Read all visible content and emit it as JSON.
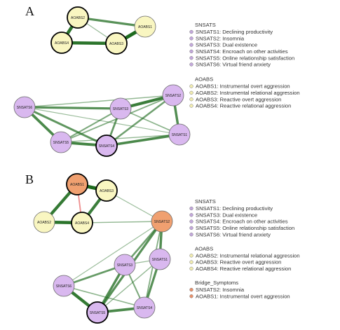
{
  "colors": {
    "snsats_fill": "#d9b8ef",
    "aoabs_fill": "#f9f6c1",
    "bridge_fill": "#f0a070",
    "node_stroke": "#6a6a6a",
    "node_stroke_strong": "#000000",
    "edge_positive": "#1e6b1e",
    "edge_negative": "#e03030"
  },
  "panels": [
    {
      "label": "A",
      "legend_groups": [
        {
          "title": "SNSATS",
          "marker_color": "#c3a8dc",
          "items": [
            "SNSATS1: Declining productivity",
            "SNSATS2: Insomnia",
            "SNSATS3: Dual existence",
            "SNSATS4: Encroach on other activities",
            "SNSATS5: Online relationship satisfaction",
            "SNSATS6: Virtual friend anxiety"
          ]
        },
        {
          "title": "AOABS",
          "marker_color": "#f1ecb0",
          "items": [
            "AOABS1: Instrumental overt aggression",
            "AOABS2: Instrumental relational aggression",
            "AOABS3: Reactive overt aggression",
            "AOABS4: Reactive relational aggression"
          ]
        }
      ],
      "nodes": [
        {
          "id": "AOABS2",
          "group": "aoabs",
          "bold": true
        },
        {
          "id": "AOABS1",
          "group": "aoabs",
          "bold": false
        },
        {
          "id": "AOABS4",
          "group": "aoabs",
          "bold": true
        },
        {
          "id": "AOABS3",
          "group": "aoabs",
          "bold": true
        },
        {
          "id": "SNSATS2",
          "group": "snsats",
          "bold": false
        },
        {
          "id": "SNSATS6",
          "group": "snsats",
          "bold": false
        },
        {
          "id": "SNSATS3",
          "group": "snsats",
          "bold": false
        },
        {
          "id": "SNSATS1",
          "group": "snsats",
          "bold": false
        },
        {
          "id": "SNSATS5",
          "group": "snsats",
          "bold": false
        },
        {
          "id": "SNSATS4",
          "group": "snsats",
          "bold": true
        }
      ],
      "edges": [
        {
          "from": "AOABS2",
          "to": "AOABS1",
          "weight": 0.6,
          "sign": "positive"
        },
        {
          "from": "AOABS2",
          "to": "AOABS4",
          "weight": 0.9,
          "sign": "positive"
        },
        {
          "from": "AOABS4",
          "to": "AOABS3",
          "weight": 0.9,
          "sign": "positive"
        },
        {
          "from": "AOABS1",
          "to": "AOABS3",
          "weight": 1.0,
          "sign": "positive"
        },
        {
          "from": "AOABS2",
          "to": "AOABS3",
          "weight": 0.15,
          "sign": "positive"
        },
        {
          "from": "SNSATS6",
          "to": "SNSATS3",
          "weight": 0.6,
          "sign": "positive"
        },
        {
          "from": "SNSATS3",
          "to": "SNSATS2",
          "weight": 0.8,
          "sign": "positive"
        },
        {
          "from": "SNSATS2",
          "to": "SNSATS1",
          "weight": 0.65,
          "sign": "positive"
        },
        {
          "from": "SNSATS6",
          "to": "SNSATS5",
          "weight": 0.7,
          "sign": "positive"
        },
        {
          "from": "SNSATS5",
          "to": "SNSATS4",
          "weight": 0.75,
          "sign": "positive"
        },
        {
          "from": "SNSATS4",
          "to": "SNSATS1",
          "weight": 0.7,
          "sign": "positive"
        },
        {
          "from": "SNSATS6",
          "to": "SNSATS4",
          "weight": 0.55,
          "sign": "positive"
        },
        {
          "from": "SNSATS3",
          "to": "SNSATS4",
          "weight": 0.5,
          "sign": "positive"
        },
        {
          "from": "SNSATS3",
          "to": "SNSATS5",
          "weight": 0.35,
          "sign": "positive"
        },
        {
          "from": "SNSATS6",
          "to": "SNSATS2",
          "weight": 0.2,
          "sign": "positive"
        },
        {
          "from": "SNSATS6",
          "to": "SNSATS1",
          "weight": 0.15,
          "sign": "positive"
        },
        {
          "from": "SNSATS5",
          "to": "SNSATS2",
          "weight": 0.3,
          "sign": "positive"
        },
        {
          "from": "SNSATS5",
          "to": "SNSATS1",
          "weight": 0.2,
          "sign": "positive"
        },
        {
          "from": "SNSATS4",
          "to": "SNSATS2",
          "weight": 0.45,
          "sign": "positive"
        },
        {
          "from": "SNSATS3",
          "to": "SNSATS1",
          "weight": 0.25,
          "sign": "positive"
        }
      ]
    },
    {
      "label": "B",
      "legend_groups": [
        {
          "title": "SNSATS",
          "marker_color": "#c3a8dc",
          "items": [
            "SNSATS1: Declining productivity",
            "SNSATS3: Dual existence",
            "SNSATS4: Encroach on other activities",
            "SNSATS5: Online relationship satisfaction",
            "SNSATS6: Virtual friend anxiety"
          ]
        },
        {
          "title": "AOABS",
          "marker_color": "#f1ecb0",
          "items": [
            "AOABS2: Instrumental relational aggression",
            "AOABS3: Reactive overt aggression",
            "AOABS4: Reactive relational aggression"
          ]
        },
        {
          "title": "Bridge_Symptoms",
          "marker_color": "#e8906a",
          "items": [
            "SNSATS2: Insomnia",
            "AOABS1: Instrumental overt aggression"
          ]
        }
      ],
      "nodes": [
        {
          "id": "AOABS1",
          "group": "bridge",
          "bold": true
        },
        {
          "id": "AOABS3",
          "group": "aoabs",
          "bold": true
        },
        {
          "id": "AOABS2",
          "group": "aoabs",
          "bold": false
        },
        {
          "id": "AOABS4",
          "group": "aoabs",
          "bold": true
        },
        {
          "id": "SNSATS2",
          "group": "bridge",
          "bold": false
        },
        {
          "id": "SNSATS3",
          "group": "snsats",
          "bold": false
        },
        {
          "id": "SNSATS1",
          "group": "snsats",
          "bold": false
        },
        {
          "id": "SNSATS6",
          "group": "snsats",
          "bold": false
        },
        {
          "id": "SNSATS5",
          "group": "snsats",
          "bold": true
        },
        {
          "id": "SNSATS4",
          "group": "snsats",
          "bold": false
        }
      ],
      "edges": [
        {
          "from": "AOABS1",
          "to": "AOABS3",
          "weight": 1.0,
          "sign": "positive"
        },
        {
          "from": "AOABS1",
          "to": "AOABS2",
          "weight": 0.85,
          "sign": "positive"
        },
        {
          "from": "AOABS2",
          "to": "AOABS4",
          "weight": 0.9,
          "sign": "positive"
        },
        {
          "from": "AOABS4",
          "to": "AOABS3",
          "weight": 0.8,
          "sign": "positive"
        },
        {
          "from": "AOABS1",
          "to": "AOABS4",
          "weight": 0.3,
          "sign": "negative"
        },
        {
          "from": "AOABS3",
          "to": "SNSATS2",
          "weight": 0.15,
          "sign": "positive"
        },
        {
          "from": "AOABS4",
          "to": "SNSATS2",
          "weight": 0.2,
          "sign": "positive"
        },
        {
          "from": "SNSATS2",
          "to": "SNSATS3",
          "weight": 0.45,
          "sign": "positive"
        },
        {
          "from": "SNSATS2",
          "to": "SNSATS1",
          "weight": 0.65,
          "sign": "positive"
        },
        {
          "from": "SNSATS2",
          "to": "SNSATS5",
          "weight": 0.6,
          "sign": "positive"
        },
        {
          "from": "SNSATS2",
          "to": "SNSATS6",
          "weight": 0.15,
          "sign": "positive"
        },
        {
          "from": "SNSATS2",
          "to": "SNSATS4",
          "weight": 0.3,
          "sign": "positive"
        },
        {
          "from": "SNSATS3",
          "to": "SNSATS1",
          "weight": 0.15,
          "sign": "positive"
        },
        {
          "from": "SNSATS3",
          "to": "SNSATS6",
          "weight": 0.5,
          "sign": "positive"
        },
        {
          "from": "SNSATS3",
          "to": "SNSATS5",
          "weight": 0.65,
          "sign": "positive"
        },
        {
          "from": "SNSATS3",
          "to": "SNSATS4",
          "weight": 0.35,
          "sign": "positive"
        },
        {
          "from": "SNSATS6",
          "to": "SNSATS5",
          "weight": 0.85,
          "sign": "positive"
        },
        {
          "from": "SNSATS6",
          "to": "SNSATS4",
          "weight": 0.25,
          "sign": "positive"
        },
        {
          "from": "SNSATS5",
          "to": "SNSATS4",
          "weight": 0.7,
          "sign": "positive"
        },
        {
          "from": "SNSATS1",
          "to": "SNSATS4",
          "weight": 0.6,
          "sign": "positive"
        },
        {
          "from": "SNSATS1",
          "to": "SNSATS5",
          "weight": 0.2,
          "sign": "positive"
        }
      ]
    }
  ]
}
